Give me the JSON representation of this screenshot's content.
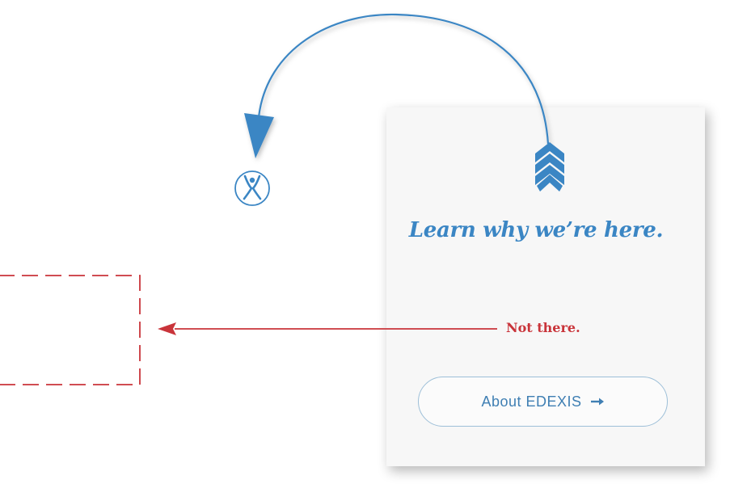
{
  "card": {
    "heading": "Learn why we’re here.",
    "button_label": "About EDEXIS"
  },
  "annotation": {
    "label": "Not there."
  },
  "icons": {
    "logo": "edexis-logo-icon",
    "top_arrow": "curved-arrow-icon",
    "fletching": "chevron-stack-icon",
    "button_arrow": "arrow-right-icon",
    "left_arrow": "arrow-left-icon"
  },
  "colors": {
    "brand_blue": "#3b86c4",
    "alert_red": "#c9343a",
    "card_bg": "#f7f7f7",
    "button_border": "#9dbfd8"
  }
}
